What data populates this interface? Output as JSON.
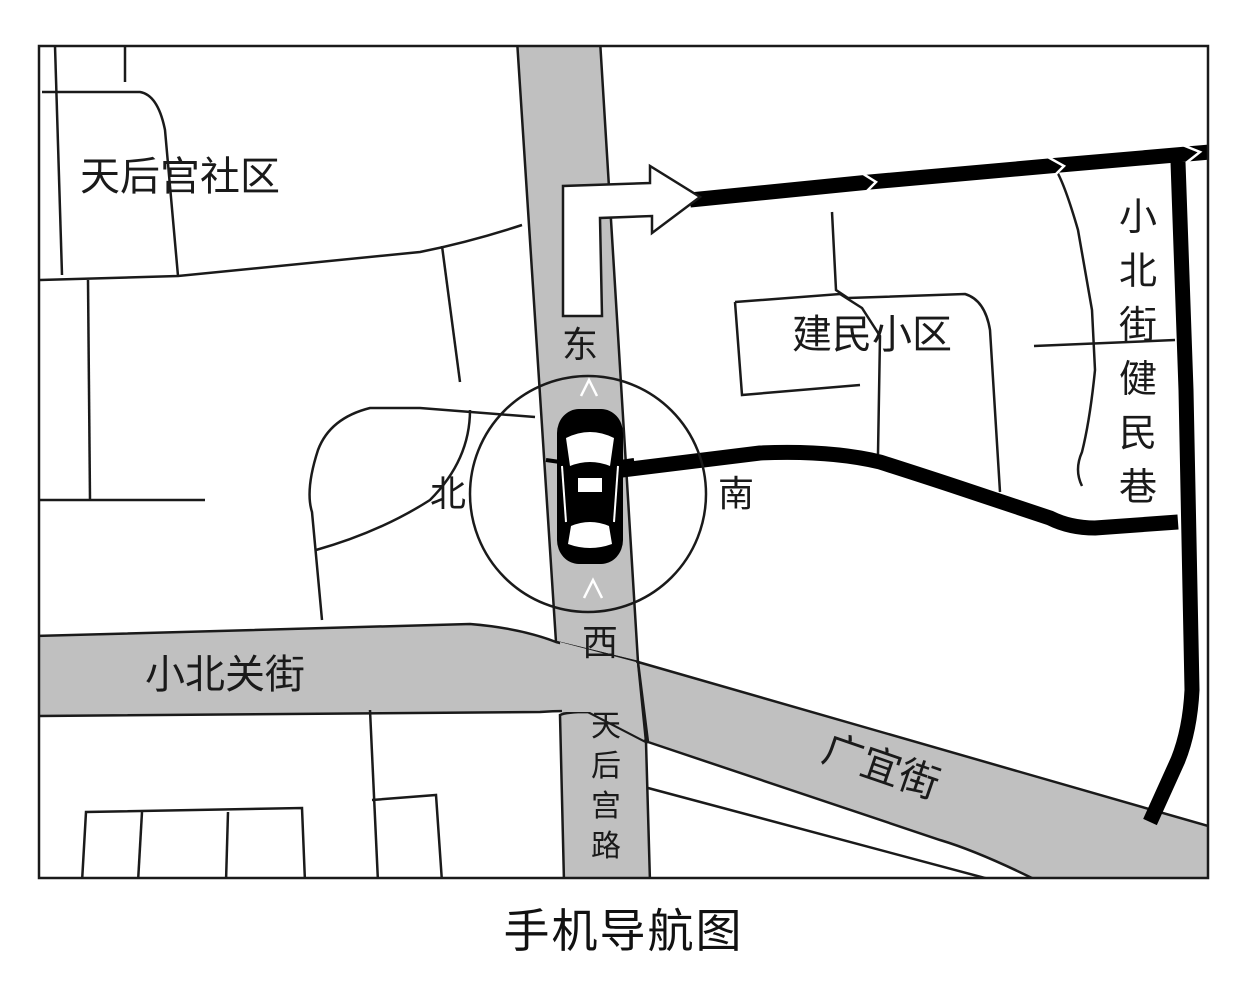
{
  "map": {
    "labels": {
      "tianhougong_community": "天后宫社区",
      "jianmin_community": "建民小区",
      "xiaobeiguan_street": "小北关街",
      "guangyi_street": "广宜街",
      "tianhougong_road": [
        "天",
        "后",
        "宫",
        "路"
      ],
      "xiaobei_jianmin_lane": [
        "小",
        "北",
        "街",
        "健",
        "民",
        "巷"
      ]
    },
    "compass": {
      "east": "东",
      "west": "西",
      "south": "南",
      "north": "北"
    },
    "colors": {
      "road_fill": "#c0c0c0",
      "route_line": "#000000",
      "outline": "#1a1a1a",
      "background": "#ffffff"
    },
    "icons": [
      "car-icon",
      "turn-right-arrow-icon",
      "direction-chevron-icon"
    ]
  },
  "caption": "手机导航图"
}
